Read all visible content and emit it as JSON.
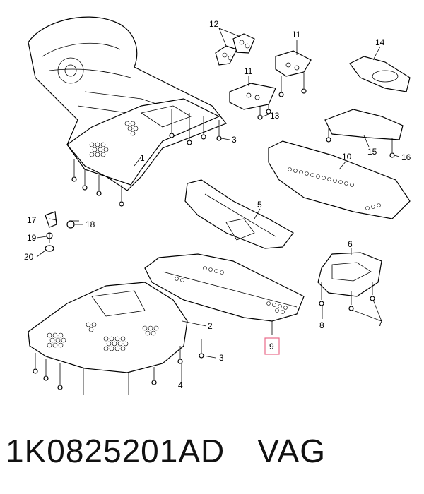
{
  "callouts": {
    "c1": "1",
    "c2": "2",
    "c3a": "3",
    "c3b": "3",
    "c4": "4",
    "c5": "5",
    "c6": "6",
    "c7": "7",
    "c8": "8",
    "c9": "9",
    "c10": "10",
    "c11a": "11",
    "c11b": "11",
    "c12": "12",
    "c13": "13",
    "c14": "14",
    "c15": "15",
    "c16": "16",
    "c17": "17",
    "c18": "18",
    "c19": "19",
    "c20": "20"
  },
  "caption": {
    "part_number": "1K0825201AD",
    "brand": "VAG"
  }
}
